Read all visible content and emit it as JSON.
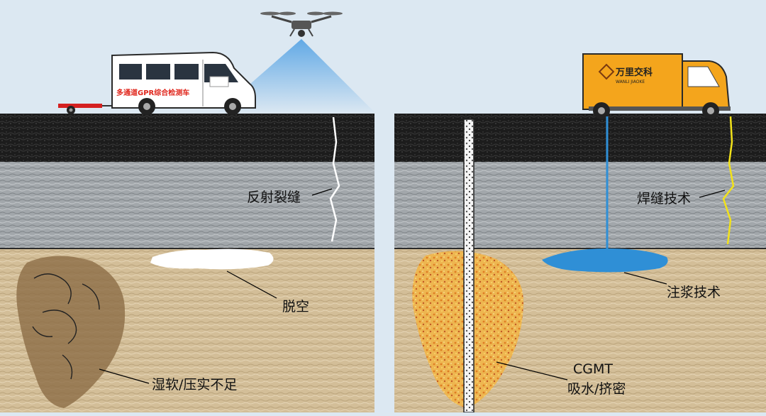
{
  "colors": {
    "background": "#dce8f2",
    "asphalt": "#1f1f1f",
    "base_gravel": "#9ea3a7",
    "subgrade": "#cdb791",
    "void_white": "#ffffff",
    "grout_blue": "#2f8fd6",
    "weld_yellow": "#f2e21a",
    "van_label_red": "#e0261c",
    "truck_orange": "#f4a51c",
    "wet_soft_brown": "#8a6a44"
  },
  "left_panel": {
    "van_label": "多通道GPR综合检测车",
    "labels": {
      "crack": "反射裂缝",
      "void": "脱空",
      "soft": "湿软/压实不足"
    },
    "icons": [
      "drone-icon",
      "radar-van-icon",
      "trailer-icon"
    ]
  },
  "right_panel": {
    "truck_brand": "万里交科",
    "truck_brand_sub": "WANLI JIAOKE",
    "labels": {
      "weld": "焊缝技术",
      "grout": "注浆技术",
      "cgmt_line1": "CGMT",
      "cgmt_line2": "吸水/挤密"
    },
    "icons": [
      "service-truck-icon",
      "drill-column-icon"
    ]
  }
}
